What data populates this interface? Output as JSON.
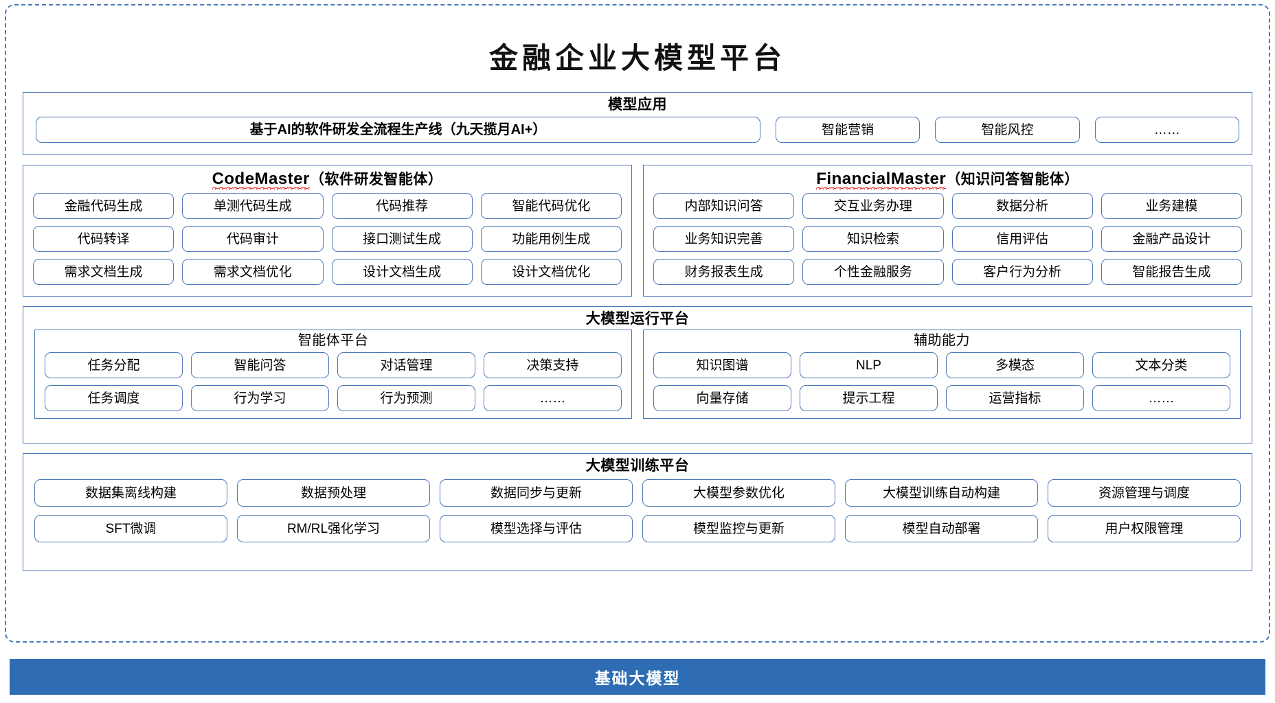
{
  "page": {
    "title": "金融企业大模型平台",
    "base_bar_label": "基础大模型",
    "colors": {
      "accent_blue": "#2E6DB4",
      "border_blue": "#4A78B8",
      "spellcheck_red": "#E02020",
      "background": "#FFFFFF"
    }
  },
  "model_application": {
    "title": "模型应用",
    "items": [
      "基于AI的软件研发全流程生产线（九天揽月AI+）",
      "智能营销",
      "智能风控",
      "……"
    ]
  },
  "agents": [
    {
      "name_latin": "CodeMaster",
      "name_cn": "（软件研发智能体）",
      "spellcheck_underline": true,
      "items": [
        "金融代码生成",
        "单测代码生成",
        "代码推荐",
        "智能代码优化",
        "代码转译",
        "代码审计",
        "接口测试生成",
        "功能用例生成",
        "需求文档生成",
        "需求文档优化",
        "设计文档生成",
        "设计文档优化"
      ]
    },
    {
      "name_latin": "FinancialMaster",
      "name_cn": "（知识问答智能体）",
      "spellcheck_underline": true,
      "items": [
        "内部知识问答",
        "交互业务办理",
        "数据分析",
        "业务建模",
        "业务知识完善",
        "知识检索",
        "信用评估",
        "金融产品设计",
        "财务报表生成",
        "个性金融服务",
        "客户行为分析",
        "智能报告生成"
      ]
    }
  ],
  "runtime_platform": {
    "title": "大模型运行平台",
    "subpanels": [
      {
        "title": "智能体平台",
        "items": [
          "任务分配",
          "智能问答",
          "对话管理",
          "决策支持",
          "任务调度",
          "行为学习",
          "行为预测",
          "……"
        ]
      },
      {
        "title": "辅助能力",
        "items": [
          "知识图谱",
          "NLP",
          "多模态",
          "文本分类",
          "向量存储",
          "提示工程",
          "运营指标",
          "……"
        ]
      }
    ]
  },
  "training_platform": {
    "title": "大模型训练平台",
    "items": [
      "数据集离线构建",
      "数据预处理",
      "数据同步与更新",
      "大模型参数优化",
      "大模型训练自动构建",
      "资源管理与调度",
      "SFT微调",
      "RM/RL强化学习",
      "模型选择与评估",
      "模型监控与更新",
      "模型自动部署",
      "用户权限管理"
    ]
  }
}
